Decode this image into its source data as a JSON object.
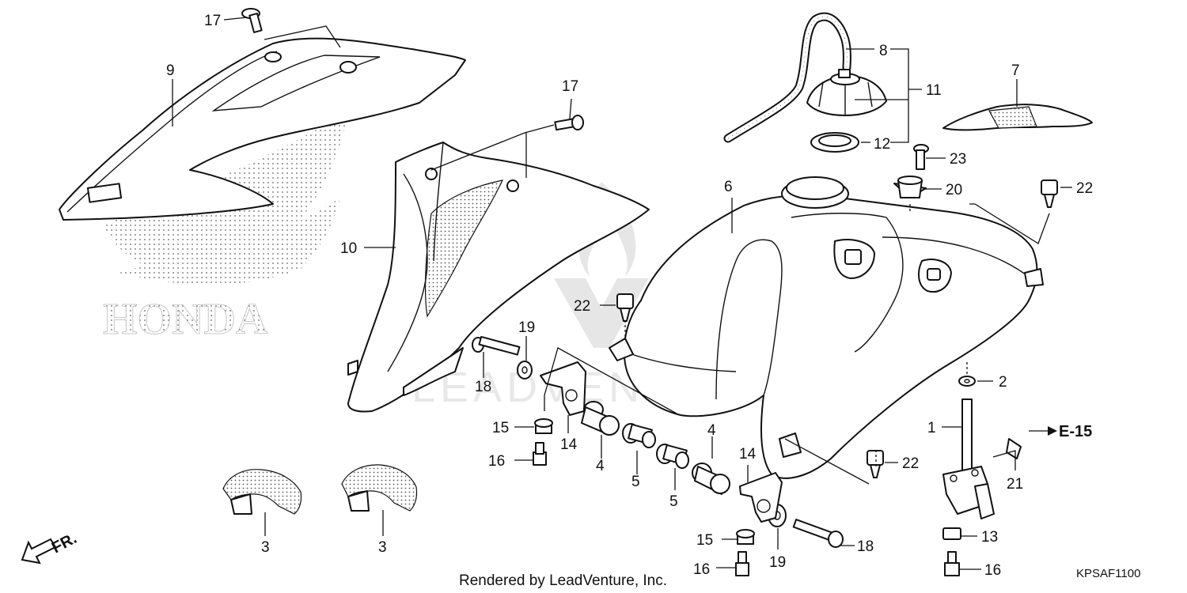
{
  "callouts": [
    {
      "id": "c17a",
      "text": "17"
    },
    {
      "id": "c9",
      "text": "9"
    },
    {
      "id": "c17b",
      "text": "17"
    },
    {
      "id": "c10",
      "text": "10"
    },
    {
      "id": "c8",
      "text": "8"
    },
    {
      "id": "c11",
      "text": "11"
    },
    {
      "id": "c12",
      "text": "12"
    },
    {
      "id": "c7",
      "text": "7"
    },
    {
      "id": "c23",
      "text": "23"
    },
    {
      "id": "c20",
      "text": "20"
    },
    {
      "id": "c6",
      "text": "6"
    },
    {
      "id": "c22a",
      "text": "22"
    },
    {
      "id": "c22b",
      "text": "22"
    },
    {
      "id": "c19a",
      "text": "19"
    },
    {
      "id": "c18a",
      "text": "18"
    },
    {
      "id": "c15a",
      "text": "15"
    },
    {
      "id": "c14a",
      "text": "14"
    },
    {
      "id": "c4a",
      "text": "4"
    },
    {
      "id": "c16a",
      "text": "16"
    },
    {
      "id": "c5a",
      "text": "5"
    },
    {
      "id": "c4b",
      "text": "4"
    },
    {
      "id": "c5b",
      "text": "5"
    },
    {
      "id": "c2",
      "text": "2"
    },
    {
      "id": "c1",
      "text": "1"
    },
    {
      "id": "c14b",
      "text": "14"
    },
    {
      "id": "c22c",
      "text": "22"
    },
    {
      "id": "c21",
      "text": "21"
    },
    {
      "id": "c3a",
      "text": "3"
    },
    {
      "id": "c3b",
      "text": "3"
    },
    {
      "id": "c15b",
      "text": "15"
    },
    {
      "id": "c19b",
      "text": "19"
    },
    {
      "id": "c18b",
      "text": "18"
    },
    {
      "id": "c13",
      "text": "13"
    },
    {
      "id": "c16b",
      "text": "16"
    },
    {
      "id": "c16c",
      "text": "16"
    }
  ],
  "reference_label": "E-15",
  "direction_label": "FR.",
  "brand_decal": "HONDA",
  "watermark": "LEADVENTURE",
  "footer": {
    "rendered_by": "Rendered by LeadVenture, Inc.",
    "diagram_code": "KPSAF1100"
  }
}
